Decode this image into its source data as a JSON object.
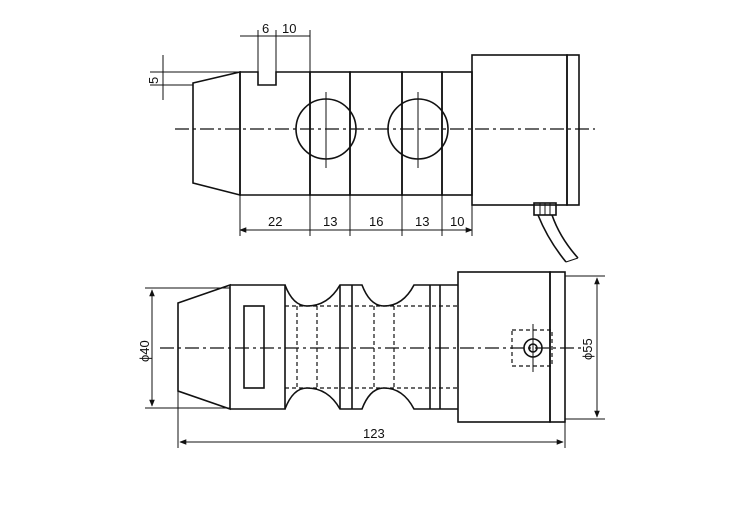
{
  "top_view": {
    "dim_slot_a": "6",
    "dim_slot_b": "10",
    "dim_step": "5",
    "dim_seg_1": "22",
    "dim_seg_2": "13",
    "dim_seg_3": "16",
    "dim_seg_4": "13",
    "dim_seg_5": "10"
  },
  "bottom_view": {
    "dim_left_dia": "ϕ40",
    "dim_right_dia": "ϕ55",
    "dim_total_length": "123"
  }
}
